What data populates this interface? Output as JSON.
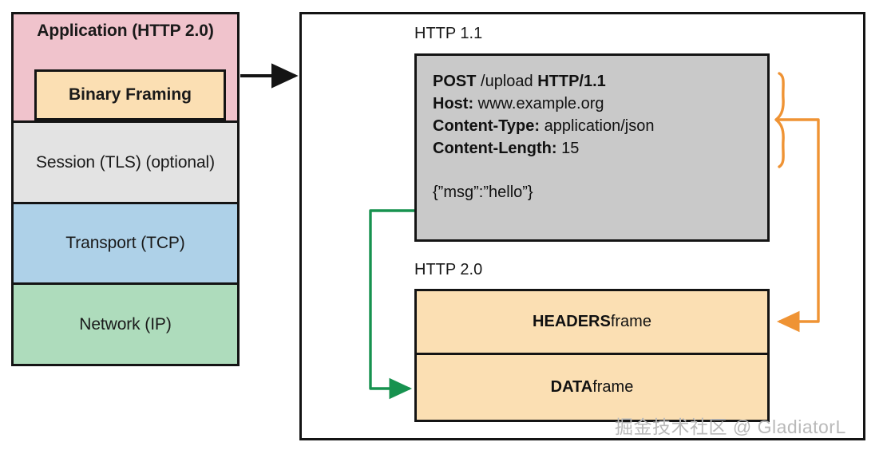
{
  "diagram": {
    "title": "HTTP 1.1 to HTTP 2.0 binary framing",
    "colors": {
      "application_layer": "#f0c3cc",
      "binary_framing": "#fbdfb3",
      "session_layer": "#e3e3e3",
      "transport_layer": "#aed1e8",
      "network_layer": "#aedcbc",
      "message_box": "#c9c9c9",
      "frame_box": "#fbdfb3",
      "headers_connector": "#ef9334",
      "body_connector": "#17924f",
      "stroke": "#141414"
    }
  },
  "stack": {
    "layers": [
      {
        "id": "application",
        "label": "Application (HTTP 2.0)"
      },
      {
        "id": "session",
        "label": "Session (TLS) (optional)"
      },
      {
        "id": "transport",
        "label": "Transport (TCP)"
      },
      {
        "id": "network",
        "label": "Network (IP)"
      }
    ],
    "binary_framing_label": "Binary Framing"
  },
  "main": {
    "http11": {
      "section_label": "HTTP 1.1",
      "request_lines": [
        {
          "key": "POST",
          "value": "/upload",
          "suffix": "HTTP/1.1"
        },
        {
          "key": "Host:",
          "value": "www.example.org",
          "suffix": ""
        },
        {
          "key": "Content-Type:",
          "value": "application/json",
          "suffix": ""
        },
        {
          "key": "Content-Length:",
          "value": "15",
          "suffix": ""
        }
      ],
      "body": "{”msg”:”hello”}"
    },
    "http20": {
      "section_label": "HTTP 2.0",
      "frames": [
        {
          "id": "headers",
          "name": "HEADERS",
          "suffix": "frame"
        },
        {
          "id": "data",
          "name": "DATA",
          "suffix": "frame"
        }
      ]
    }
  },
  "watermark": {
    "text": "掘金技术社区 @ GladiatorL"
  }
}
